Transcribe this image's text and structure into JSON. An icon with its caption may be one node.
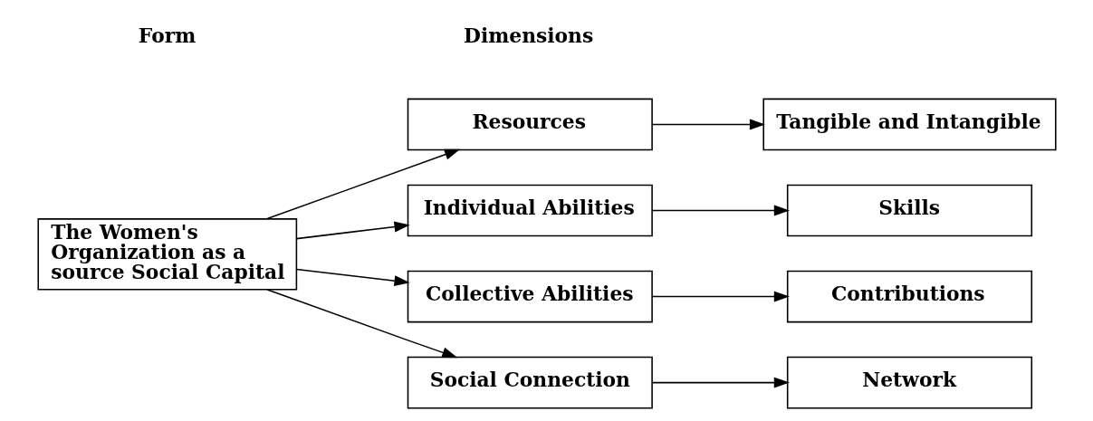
{
  "diagram": {
    "nodes": [
      {
        "text": [
          "The Women's Organization as a source Social Capital"
        ]
      },
      {
        "text": [
          "Resources"
        ]
      },
      {
        "text": [
          "Individual Abilities"
        ]
      },
      {
        "text": [
          "Collective Abilities"
        ]
      },
      {
        "text": [
          "Social Connection"
        ]
      },
      {
        "text": [
          "Tangible and Intangible"
        ]
      },
      {
        "text": [
          "Skills"
        ]
      },
      {
        "text": [
          "Contributions"
        ]
      },
      {
        "text": [
          "Network"
        ]
      }
    ],
    "edges": [
      {
        "from": 0,
        "to": 1,
        "arrow": "to"
      },
      {
        "from": 0,
        "to": 2,
        "arrow": "to"
      },
      {
        "from": 0,
        "to": 3,
        "arrow": "to"
      },
      {
        "from": 0,
        "to": 4,
        "arrow": "to"
      },
      {
        "from": 1,
        "to": 5,
        "arrow": "to"
      },
      {
        "from": 2,
        "to": 6,
        "arrow": "to"
      },
      {
        "from": 3,
        "to": 7,
        "arrow": "to"
      },
      {
        "from": 4,
        "to": 8,
        "arrow": "to"
      }
    ],
    "labels": [
      "Form",
      "Dimensions"
    ]
  }
}
